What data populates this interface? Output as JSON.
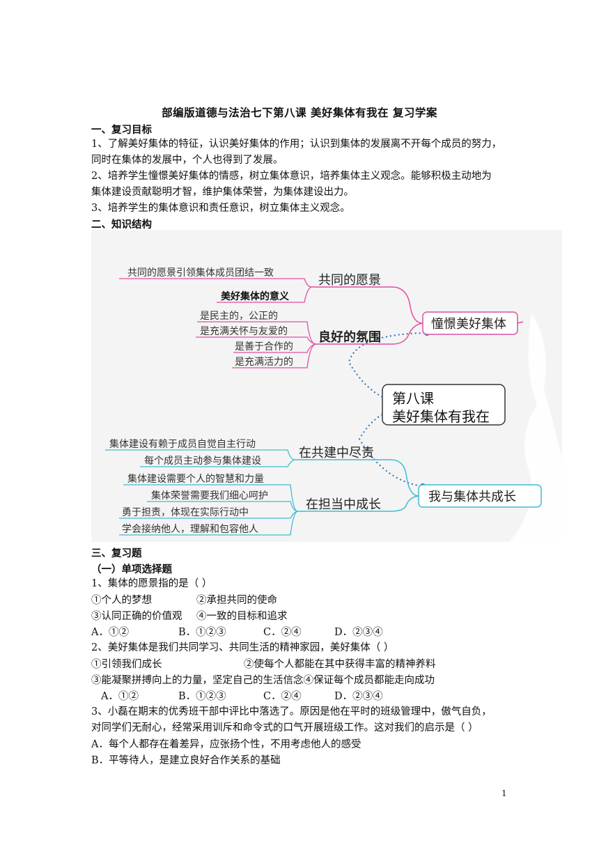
{
  "title": "部编版道德与法治七下第八课 美好集体有我在 复习学案",
  "section1": {
    "heading": "一、复习目标",
    "lines": [
      "1、了解美好集体的特征，认识美好集体的作用；认识到集体的发展离不开每个成员的努力，",
      "同时在集体的发展中，个人也得到了发展。",
      "2、培养学生憧憬美好集体的情感，树立集体意识，培养集体主义观念。能够积极主动地为",
      "集体建设贡献聪明才智，维护集体荣誉，为集体建设出力。",
      "3、培养学生的集体意识和责任意识，树立集体主义观念。"
    ]
  },
  "section2": {
    "heading": "二、知识结构"
  },
  "mindmap": {
    "center_line1": "第八课",
    "center_line2": "美好集体有我在",
    "branch_top": "憧憬美好集体",
    "branch_bottom": "我与集体共成长",
    "sub_vision": "共同的愿景",
    "sub_atmosphere": "良好的氛围",
    "sub_build": "在共建中尽责",
    "sub_grow": "在担当中成长",
    "vision_items": [
      "共同的愿景引领集体成员团结一致",
      "美好集体的意义"
    ],
    "atmosphere_items": [
      "是民主的，公正的",
      "是充满关怀与友爱的",
      "是善于合作的",
      "是充满活力的"
    ],
    "build_items": [
      "集体建设有赖于成员自觉自主行动",
      "每个成员主动参与集体建设"
    ],
    "grow_items": [
      "集体建设需要个人的智慧和力量",
      "集体荣誉需要我们细心呵护",
      "勇于担责，体现在实际行动中",
      "学会接纳他人，理解和包容他人"
    ]
  },
  "section3": {
    "heading": "三、复习题",
    "sub_heading": "（一）单项选择题",
    "q1": {
      "stem": "1、集体的愿景指的是（    ）",
      "opt1": "①个人的梦想",
      "opt2": "②承担共同的使命",
      "opt3": "③认同正确的价值观",
      "opt4": "④一致的目标和追求",
      "A": "A．①②",
      "B": "B．①②③",
      "C": "C．②④",
      "D": "D．②③④"
    },
    "q2": {
      "stem": "2、美好集体是我们共同学习、共同生活的精神家园，美好集体（    ）",
      "opt1": "①引领我们成长",
      "opt2": "②使每个人都能在其中获得丰富的精神养料",
      "opt34": "③能凝聚拼搏向上的力量，坚定自己的生活信念④保证每个成员都能走向成功",
      "A": "A．①②",
      "B": "B．①②③",
      "C": "C．②④",
      "D": "D．②③④"
    },
    "q3": {
      "stem1": "3、小磊在期末的优秀班干部中评比中落选了。原因是他在平时的班级管理中，傲气自负，",
      "stem2": "对同学们无耐心，经常采用训斥和命令式的口气开展班级工作。这对我们的启示是（      ）",
      "A": "A．每个人都存在着差异，应张扬个性，不用考虑他人的感受",
      "B": "B．平等待人，是建立良好合作关系的基础"
    }
  },
  "page_number": "1"
}
